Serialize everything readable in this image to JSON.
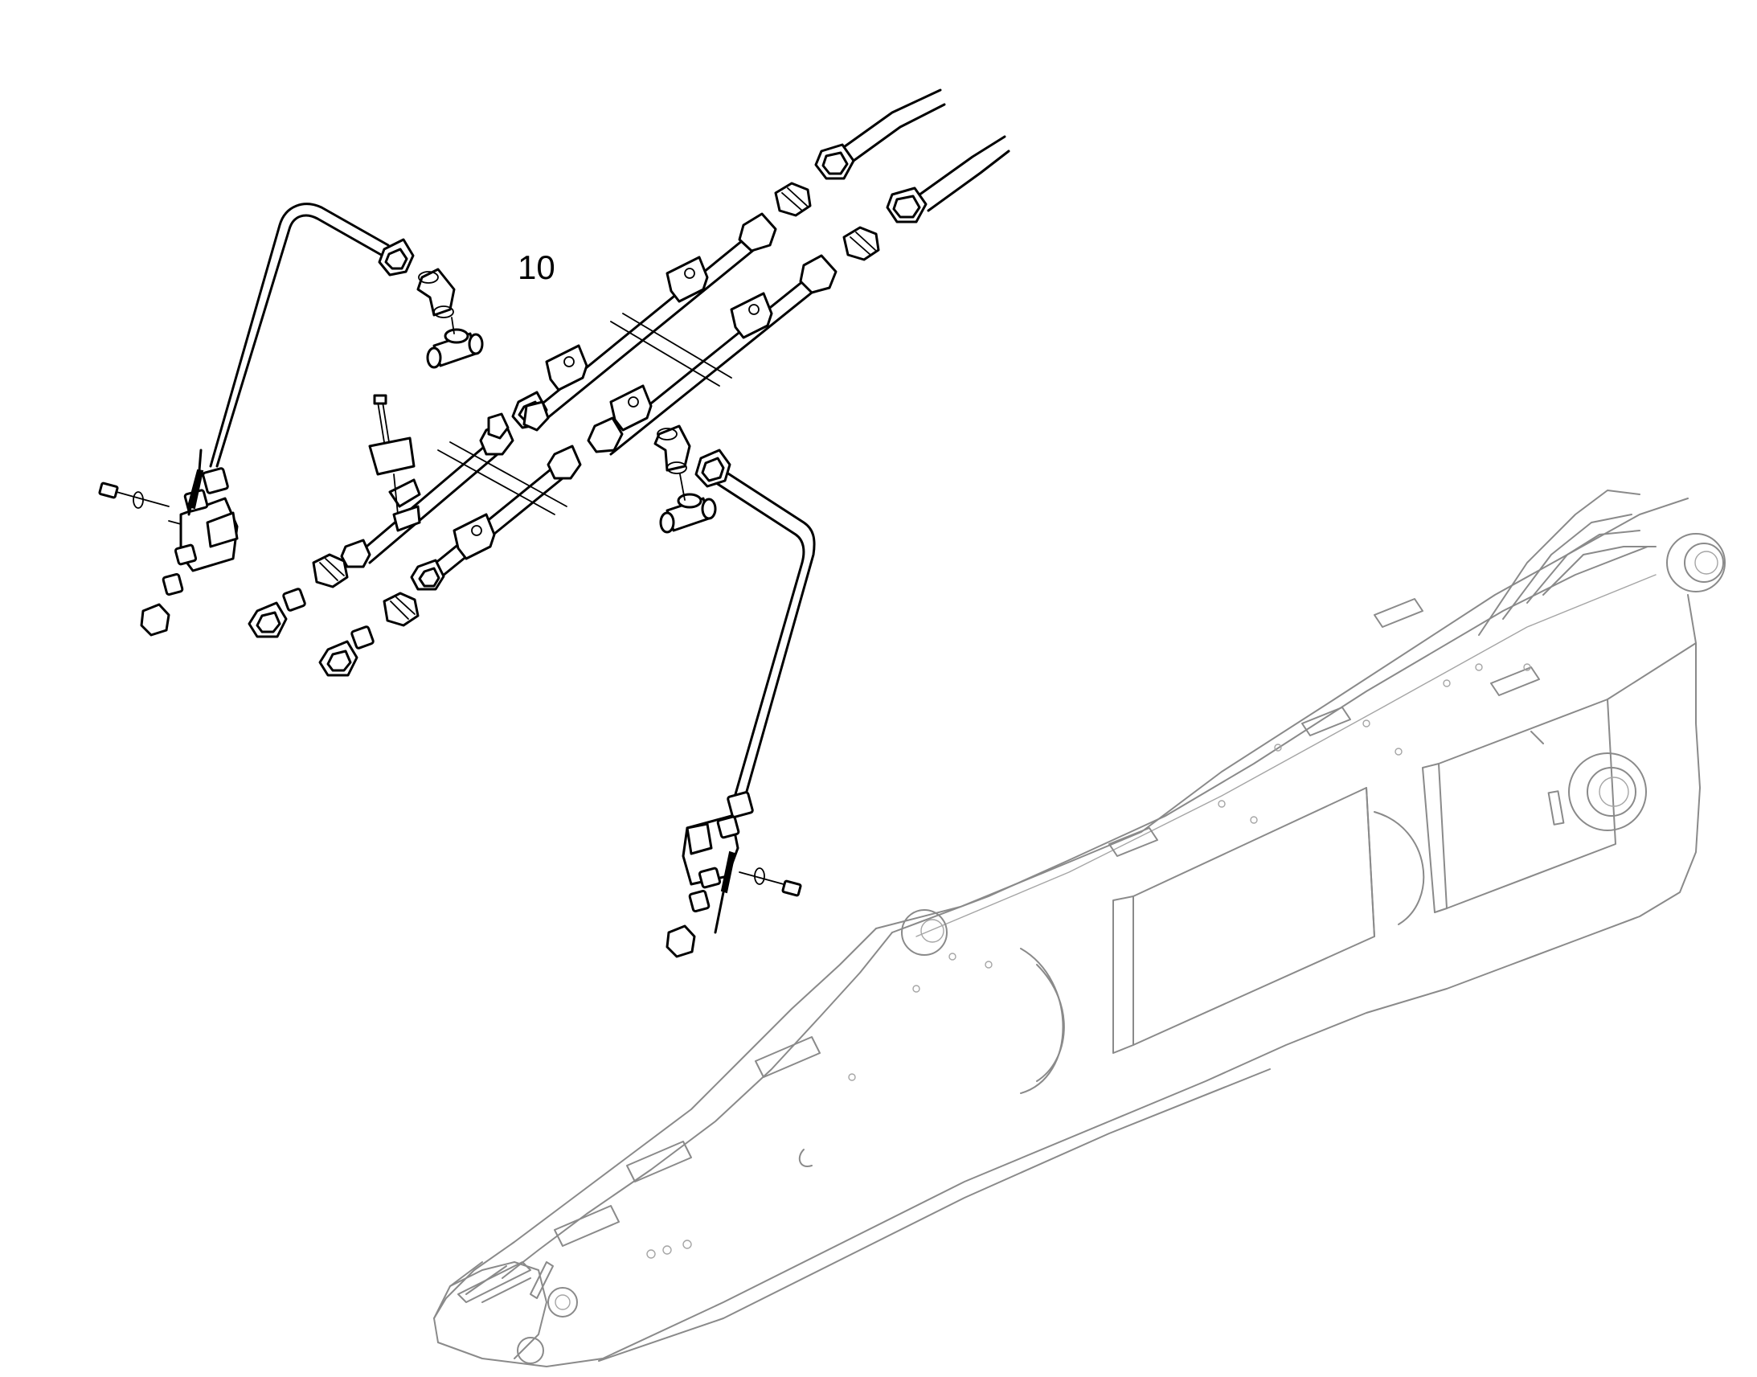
{
  "diagram": {
    "callouts": [
      {
        "label": "10"
      }
    ],
    "components": [
      "boom-structure",
      "hydraulic-tube-upper",
      "hydraulic-tube-lower",
      "hydraulic-hose-left",
      "hydraulic-hose-right",
      "bent-tube-left",
      "bent-tube-right",
      "shutoff-valve-left",
      "shutoff-valve-right",
      "pipe-clamps",
      "hex-fittings",
      "elbow-fittings",
      "tee-fittings",
      "mounting-bracket",
      "bolts"
    ],
    "colors": {
      "line": "#000000",
      "boom_line": "#8a8a8a",
      "background": "#ffffff"
    }
  }
}
